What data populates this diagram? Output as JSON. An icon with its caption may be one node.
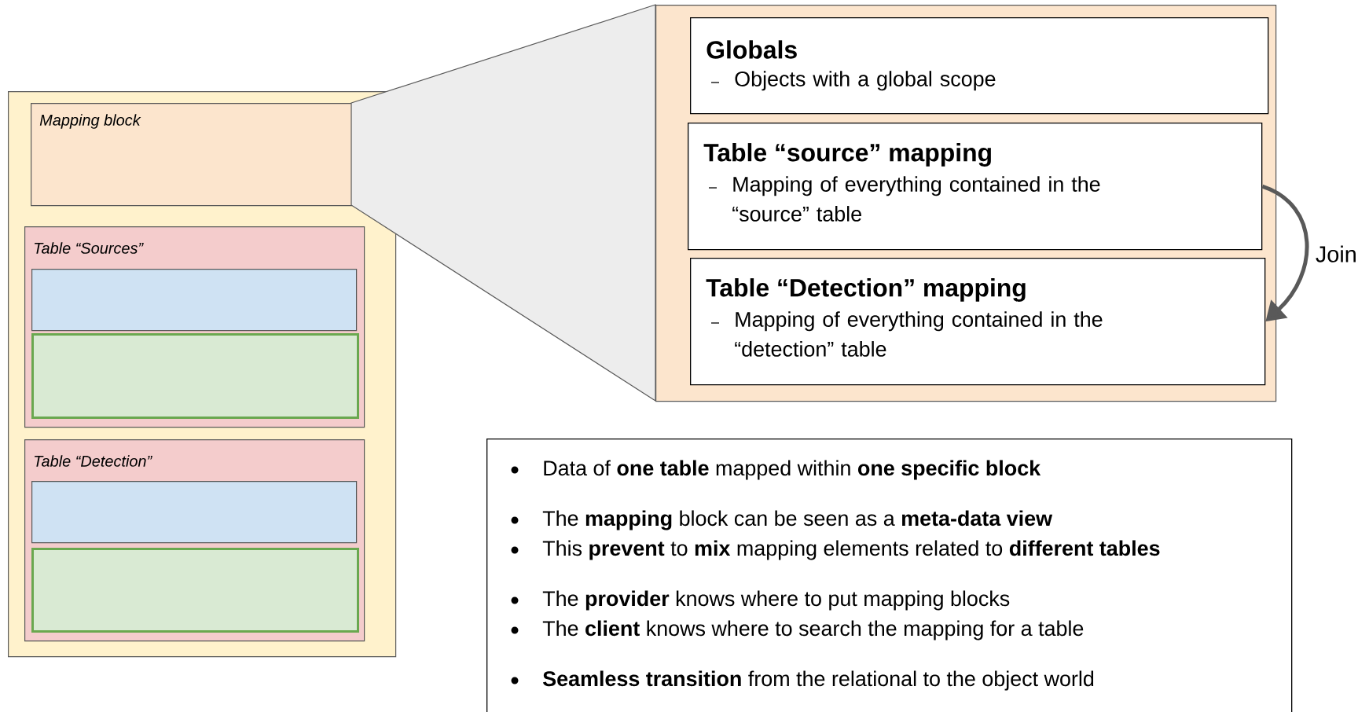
{
  "diagram": {
    "nodes": [
      {
        "text": [],
        "shape": "box"
      },
      {
        "text": [
          "Mapping block"
        ],
        "in": 0
      },
      {
        "text": [
          "Table “Sources”"
        ],
        "in": 0
      },
      {
        "text": [],
        "shape": "box",
        "in": 2
      },
      {
        "text": [],
        "shape": "box",
        "in": 2
      },
      {
        "text": [
          "Table “Detection”"
        ],
        "in": 0
      },
      {
        "text": [],
        "shape": "box",
        "in": 5
      },
      {
        "text": [],
        "shape": "box",
        "in": 5
      },
      {
        "text": [],
        "shape": "box"
      },
      {
        "text": [
          "Globals",
          "Objects with a global scope"
        ],
        "in": 8
      },
      {
        "text": [
          "Table “source” mapping",
          "Mapping of everything contained in the “source” table"
        ],
        "in": 8
      },
      {
        "text": [
          "Table “Detection” mapping",
          "Mapping of everything contained in the “detection” table"
        ],
        "in": 8
      },
      {
        "text": [
          "Data of **one table** mapped within **one specific block**",
          "The **mapping** block can be seen as a **meta-data view**",
          "This **prevent** to **mix** mapping elements related to **different tables**",
          "The **provider** knows where to put mapping blocks",
          "The **client** knows where to search the mapping for a table",
          "**Seamless transition** from the relational to the object world"
        ]
      },
      {
        "text": [],
        "shape": "trapezoid"
      }
    ],
    "edges": [
      {
        "from": 10,
        "to": 11,
        "arrow": "to",
        "label": "Join",
        "color": "#595959"
      }
    ]
  }
}
